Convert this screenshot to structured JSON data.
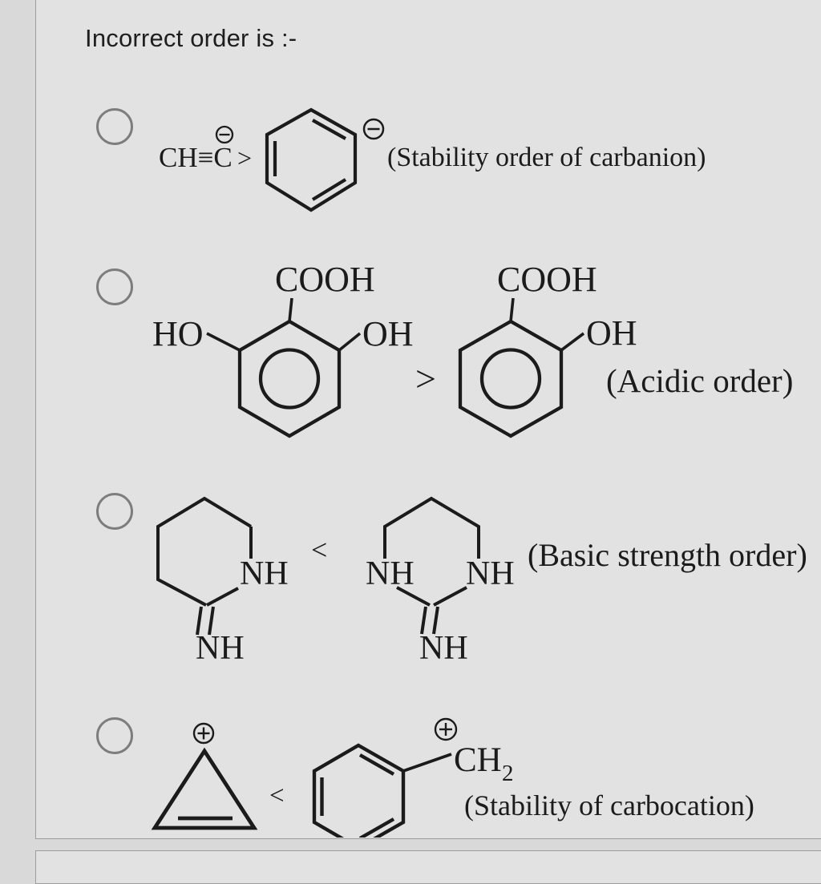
{
  "title": "Incorrect order is :-",
  "icons": {
    "negative_charge": "⊖",
    "positive_charge": "⊕",
    "radio_button": "○"
  },
  "options": [
    {
      "formula": "CH≡C",
      "comparator": ">",
      "caption": "(Stability order of carbanion)"
    },
    {
      "left": {
        "cooh": "COOH",
        "ho": "HO",
        "oh": "OH"
      },
      "right": {
        "cooh": "COOH",
        "oh": "OH"
      },
      "comparator": ">",
      "caption": "(Acidic order)"
    },
    {
      "left": {
        "ring_nh": "NH",
        "imine_nh": "NH"
      },
      "right": {
        "left_nh": "NH",
        "right_nh": "NH",
        "imine_nh": "NH"
      },
      "comparator": "<",
      "caption": "(Basic strength order)"
    },
    {
      "benzyl": {
        "ch": "CH",
        "subscript": "2"
      },
      "comparator": "<",
      "caption": "(Stability of carbocation)"
    }
  ]
}
